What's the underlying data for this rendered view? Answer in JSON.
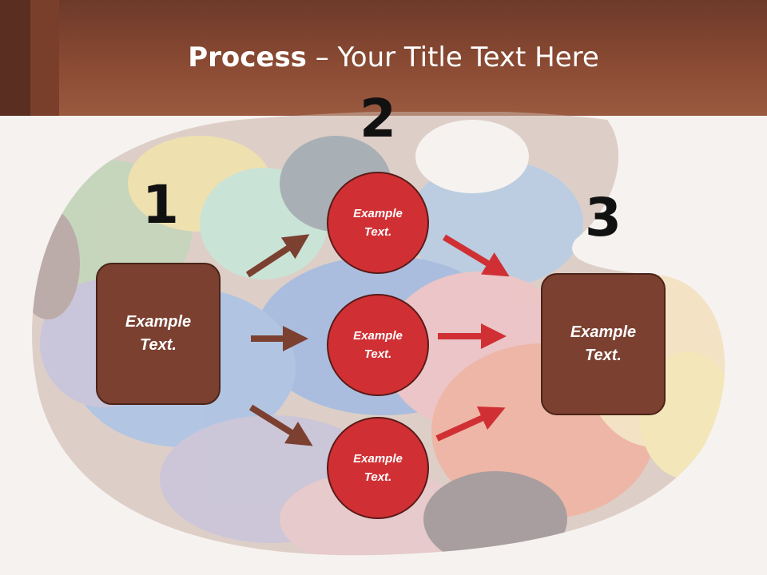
{
  "title": {
    "bold": "Process",
    "rest": " – Your Title Text Here"
  },
  "steps": {
    "one": "1",
    "two": "2",
    "three": "3"
  },
  "left_box": {
    "text": "Example\nText."
  },
  "right_box": {
    "text": "Example\nText."
  },
  "circles": [
    {
      "text": "Example\nText."
    },
    {
      "text": "Example\nText."
    },
    {
      "text": "Example\nText."
    }
  ],
  "colors": {
    "header": "#8a4a33",
    "box": "#7b4030",
    "circle": "#d03034",
    "arrow_brown": "#7b4030",
    "arrow_red": "#d03034"
  }
}
